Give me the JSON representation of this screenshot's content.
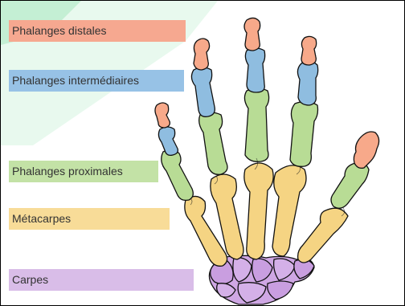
{
  "labels": {
    "distales": "Phalanges distales",
    "intermediaires": "Phalanges intermédiaires",
    "proximales": "Phalanges proximales",
    "metacarpes": "Métacarpes",
    "carpes": "Carpes"
  },
  "colors": {
    "distales": "#f7a98a",
    "intermediaires": "#8fbde0",
    "proximales": "#b8dc95",
    "metacarpes": "#f5d483",
    "carpes": "#cfa7e4",
    "label_distales_bg": "#f6a890",
    "label_intermediaires_bg": "#97c2e6",
    "label_proximales_bg": "#c3e2a6",
    "label_metacarpes_bg": "#f8dc98",
    "label_carpes_bg": "#d9bde8",
    "watermark": "#22c35d"
  }
}
